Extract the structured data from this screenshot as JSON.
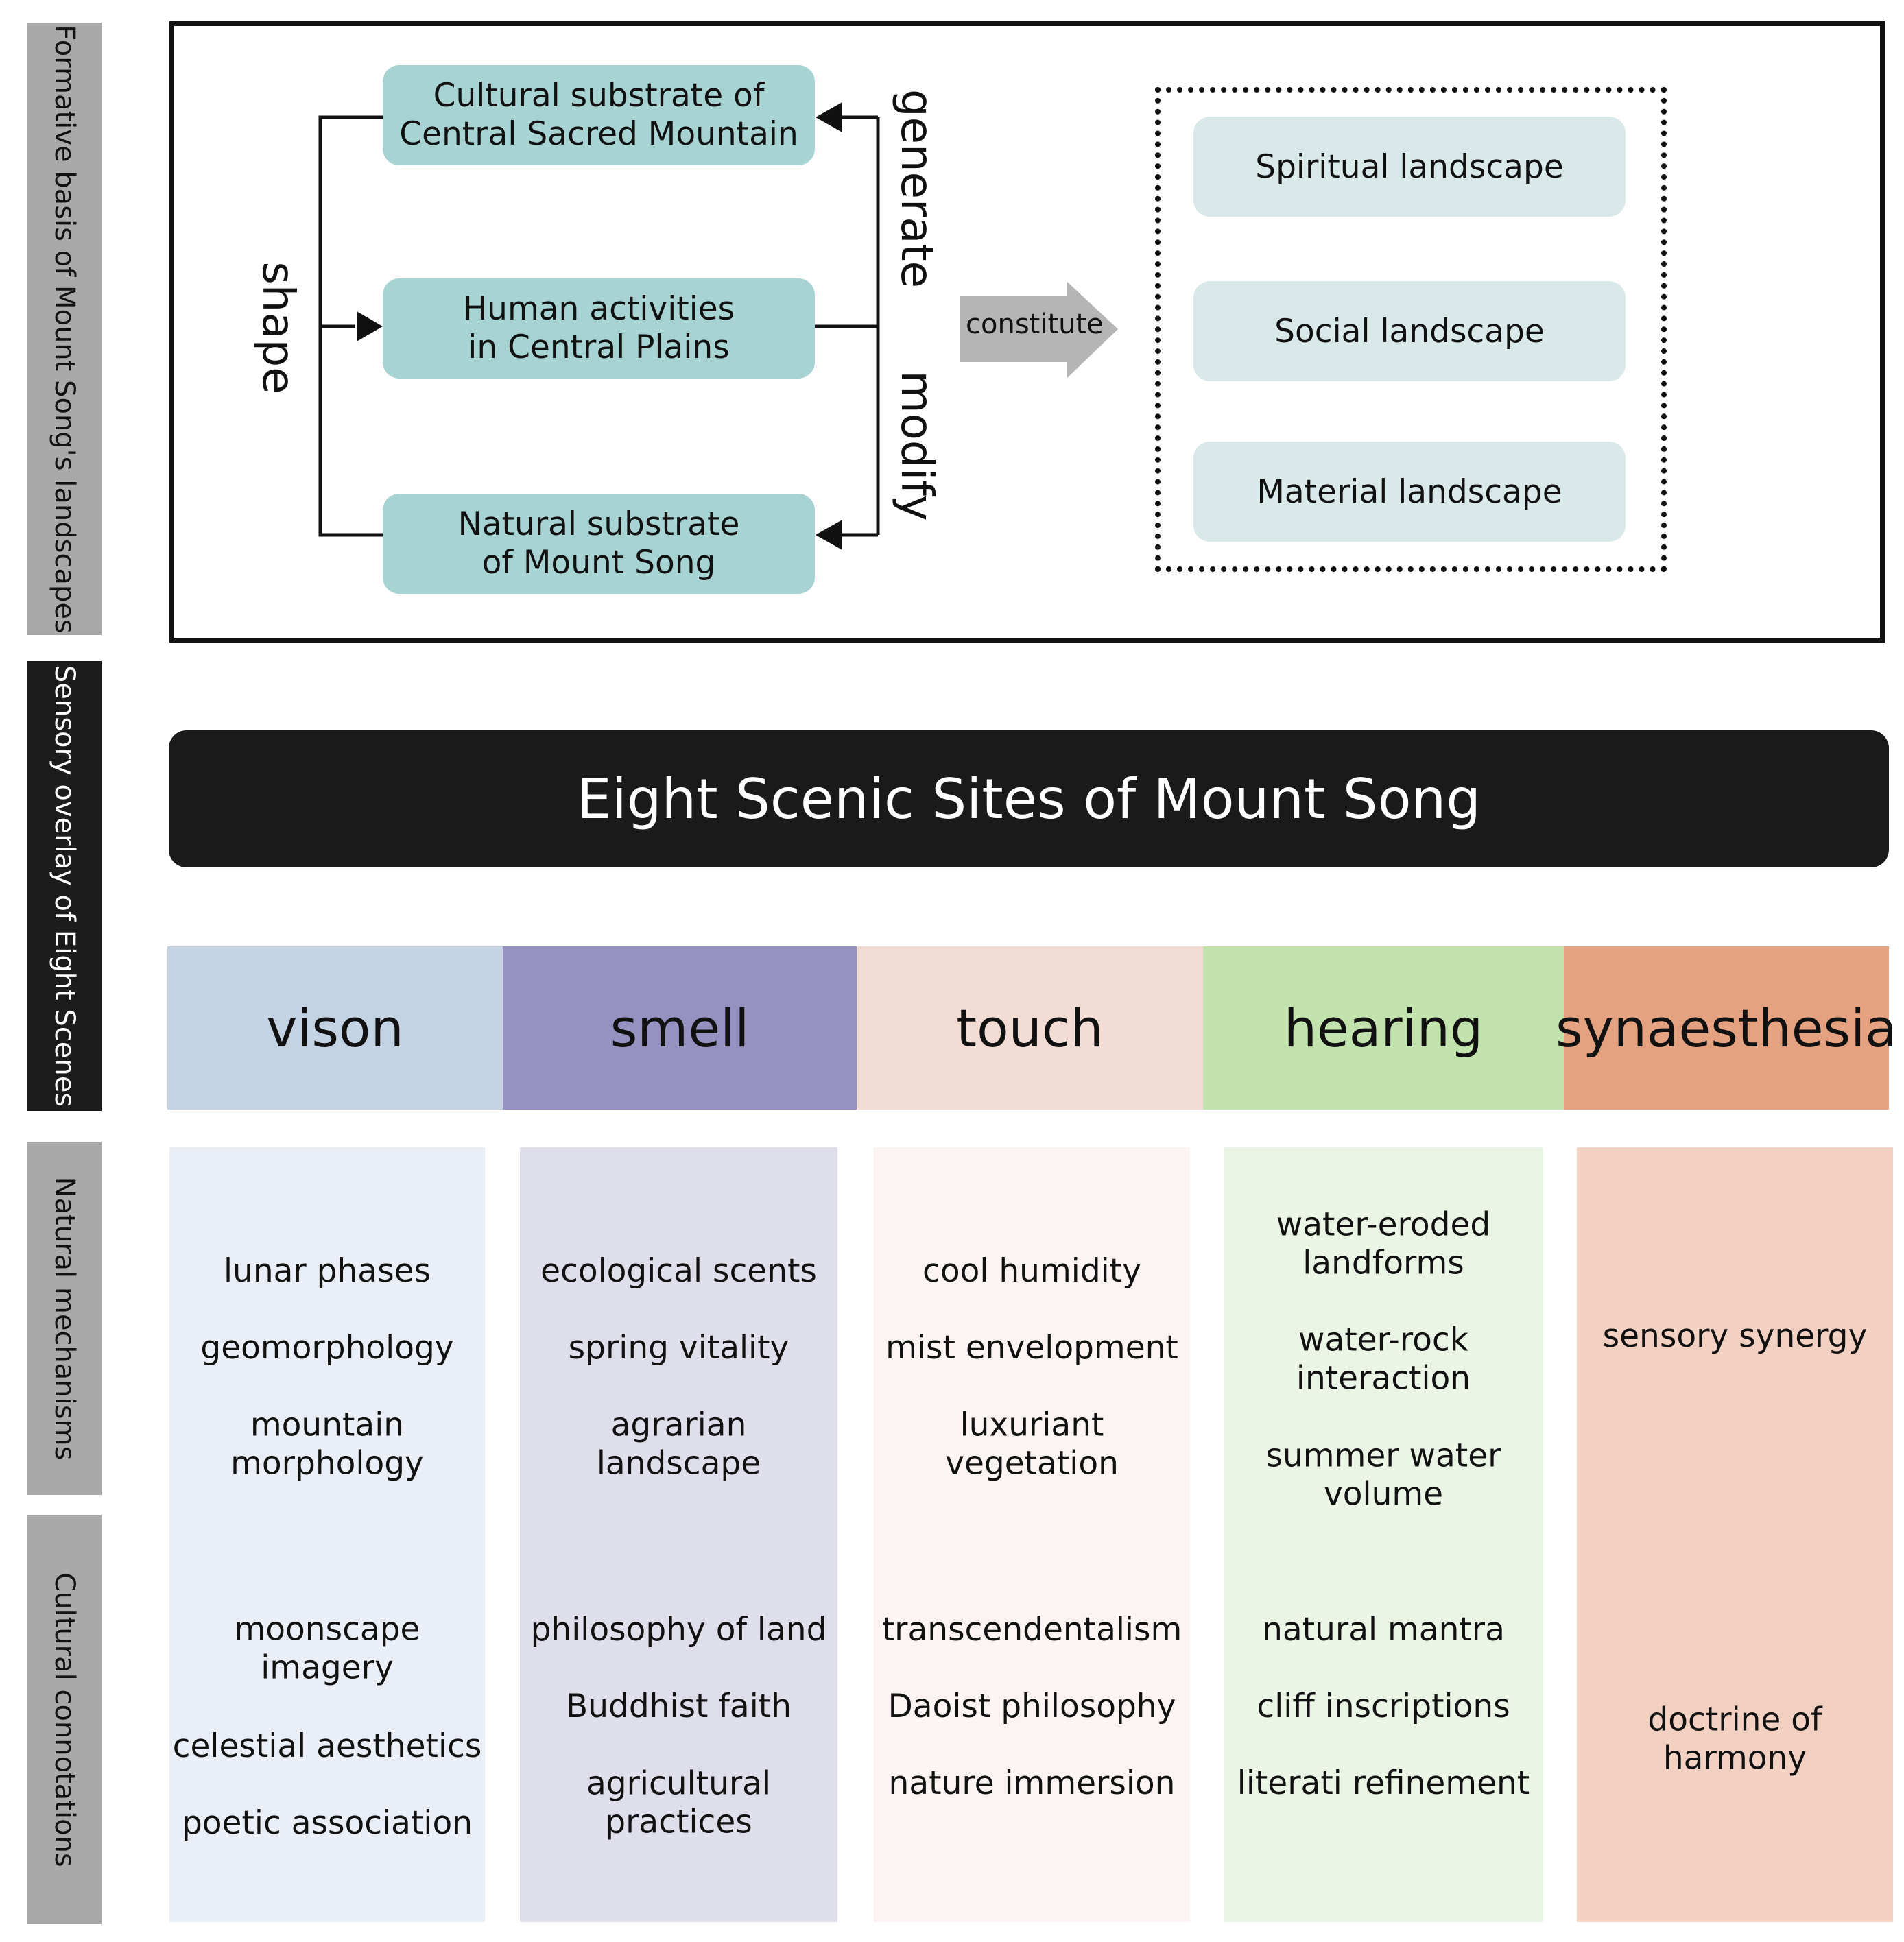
{
  "side_labels": [
    "Formative basis of Mount Song's landscapes",
    "Sensory overlay of Eight Scenes",
    "Natural mechanisms",
    "Cultural connotations"
  ],
  "formation": {
    "left_nodes": [
      "Cultural substrate of\nCentral Sacred Mountain",
      "Human activities\nin Central Plains",
      "Natural substrate\nof Mount Song"
    ],
    "relations": {
      "shape": "shape",
      "generate": "generate",
      "modify": "modify",
      "constitute": "constitute"
    },
    "landscapes": [
      "Spiritual landscape",
      "Social landscape",
      "Material landscape"
    ]
  },
  "title": "Eight Scenic Sites of Mount Song",
  "senses": [
    {
      "label": "vison",
      "header_color": "#c4d3e4",
      "column_color": "#eaeef6"
    },
    {
      "label": "smell",
      "header_color": "#9591c1",
      "column_color": "#dfdfeb"
    },
    {
      "label": "touch",
      "header_color": "#f2dcd3",
      "column_color": "#fbf4f2"
    },
    {
      "label": "hearing",
      "header_color": "#c2e3ad",
      "column_color": "#eaf5e5"
    },
    {
      "label": "synaesthesia",
      "header_color": "#e4a281",
      "column_color": "#f2d1c2"
    }
  ],
  "natural_mechanisms": [
    [
      "lunar phases",
      "geomorphology",
      "mountain\nmorphology"
    ],
    [
      "ecological scents",
      "spring vitality",
      "agrarian\nlandscape"
    ],
    [
      "cool humidity",
      "mist envelopment",
      "luxuriant\nvegetation"
    ],
    [
      "water-eroded\nlandforms",
      "water-rock\ninteraction",
      "summer water\nvolume"
    ],
    [
      "sensory synergy"
    ]
  ],
  "cultural_connotations": [
    [
      "moonscape\nimagery",
      "celestial aesthetics",
      "poetic association"
    ],
    [
      "philosophy of land",
      "Buddhist faith",
      "agricultural\npractices"
    ],
    [
      "transcendentalism",
      "Daoist philosophy",
      "nature immersion"
    ],
    [
      "natural mantra",
      "cliff inscriptions",
      "literati refinement"
    ],
    [
      "doctrine of\nharmony"
    ]
  ]
}
